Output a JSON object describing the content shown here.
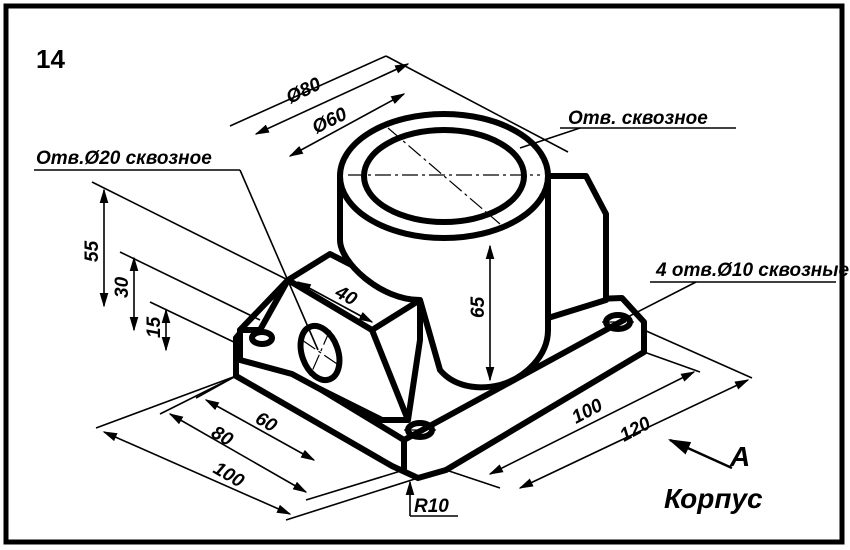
{
  "figure_number": "14",
  "title": "Корпус",
  "view_marker": "A",
  "notes": {
    "main_hole": "Отв. сквозное",
    "side_hole": "Отв.Ø20 сквозное",
    "base_holes": "4 отв.Ø10 сквозные"
  },
  "dimensions": {
    "d80": "Ø80",
    "d60": "Ø60",
    "h55": "55",
    "h30": "30",
    "h15": "15",
    "w40": "40",
    "h65": "65",
    "l60": "60",
    "l80": "80",
    "l100_front": "100",
    "l100_right": "100",
    "l120": "120",
    "r10": "R10"
  }
}
